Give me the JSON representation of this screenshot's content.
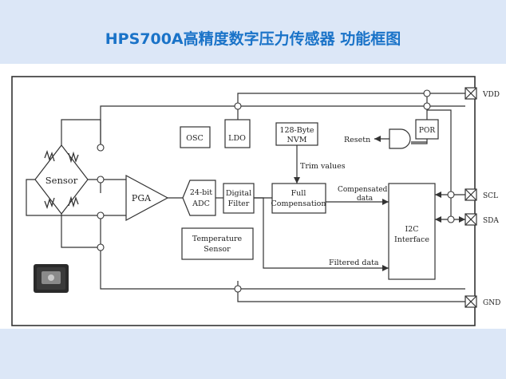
{
  "title": "HPS700A高精度数字压力传感器 功能框图",
  "blocks": {
    "sensor": "Sensor",
    "pga": "PGA",
    "adc_line1": "24-bit",
    "adc_line2": "ADC",
    "filter_line1": "Digital",
    "filter_line2": "Filter",
    "fullcomp_line1": "Full",
    "fullcomp_line2": "Compensation",
    "osc": "OSC",
    "ldo": "LDO",
    "nvm_line1": "128-Byte",
    "nvm_line2": "NVM",
    "temp_line1": "Temperature",
    "temp_line2": "Sensor",
    "por": "POR",
    "i2c_line1": "I2C",
    "i2c_line2": "Interface"
  },
  "labels": {
    "resetn": "Resetn",
    "trim_values": "Trim values",
    "compensated_line1": "Compensated",
    "compensated_line2": "data",
    "filtered_data": "Filtered data"
  },
  "pins": {
    "vdd": "VDD",
    "scl": "SCL",
    "sda": "SDA",
    "gnd": "GND"
  },
  "colors": {
    "title": "#1a73c8",
    "band": "#dce7f7",
    "line": "#333333"
  }
}
